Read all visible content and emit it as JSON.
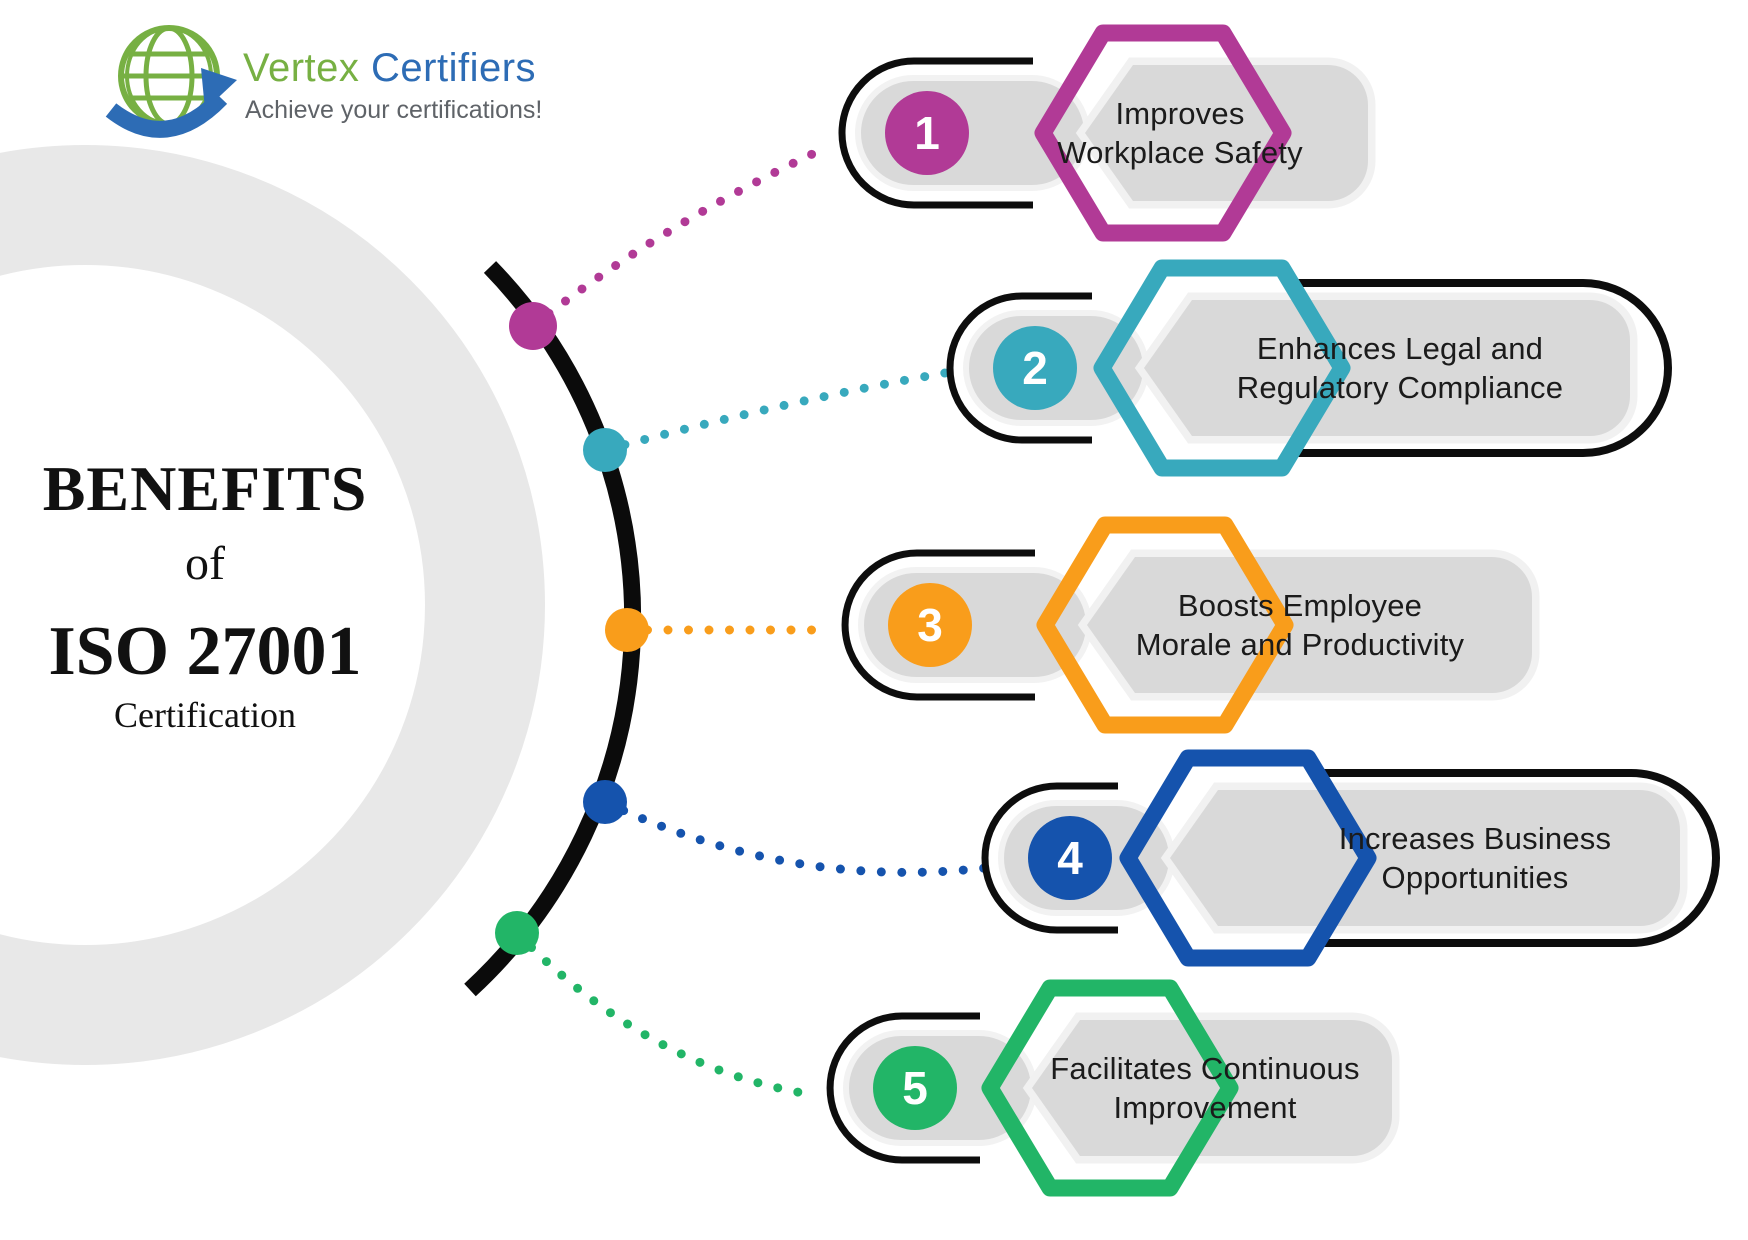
{
  "logo": {
    "brand_part1": "Vertex",
    "brand_part2": "Certifiers",
    "tagline": "Achieve your certifications!",
    "icon": "globe-arrow-icon",
    "brand_color_green": "#77b043",
    "brand_color_blue": "#2d6cb5"
  },
  "title": {
    "line1": "BENEFITS",
    "line2": "of",
    "line3": "ISO 27001",
    "line4": "Certification"
  },
  "benefits": [
    {
      "number": "1",
      "label": "Improves\nWorkplace Safety",
      "color": "#b13a96"
    },
    {
      "number": "2",
      "label": "Enhances Legal and\nRegulatory Compliance",
      "color": "#38a9bd"
    },
    {
      "number": "3",
      "label": "Boosts Employee\nMorale and Productivity",
      "color": "#f99d1b"
    },
    {
      "number": "4",
      "label": "Increases Business\nOpportunities",
      "color": "#1553ad"
    },
    {
      "number": "5",
      "label": "Facilitates Continuous\nImprovement",
      "color": "#22b567"
    }
  ],
  "styles": {
    "panel_gray": "#d9d9d9",
    "outline_black": "#0d0d0d",
    "ring_gray": "#e8e8e8",
    "arc_black": "#0b0b0b",
    "text_dark": "#1b1b1b"
  }
}
